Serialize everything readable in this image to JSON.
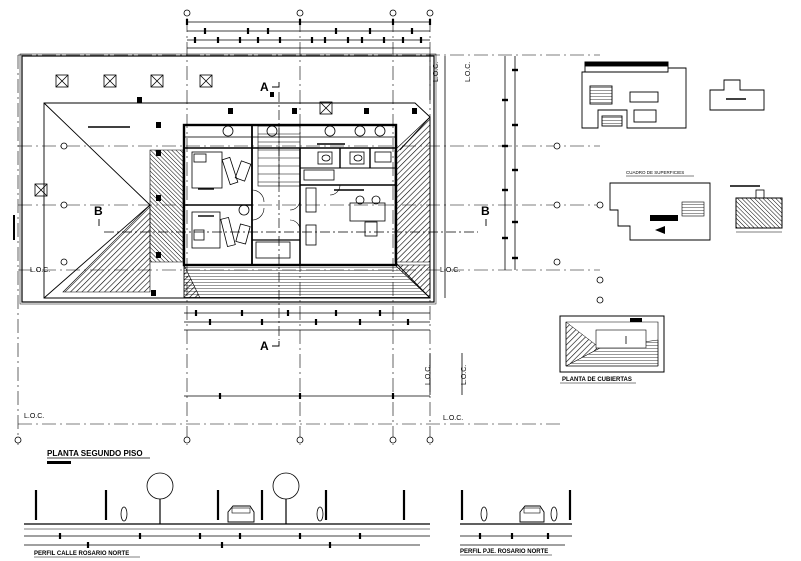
{
  "drawing": {
    "plan_title": "PLANTA SEGUNDO PISO",
    "roof_plan_title": "PLANTA DE CUBIERTAS",
    "area_table_title": "CUADRO DE SUPERFICIES",
    "profile_left_title": "PERFIL CALLE ROSARIO NORTE",
    "profile_right_title": "PERFIL PJE. ROSARIO NORTE",
    "section_a": "A",
    "section_b": "B",
    "line_label": "L.O.C."
  },
  "colors": {
    "ink": "#000000",
    "paper": "#ffffff",
    "hatch": "#000000"
  }
}
